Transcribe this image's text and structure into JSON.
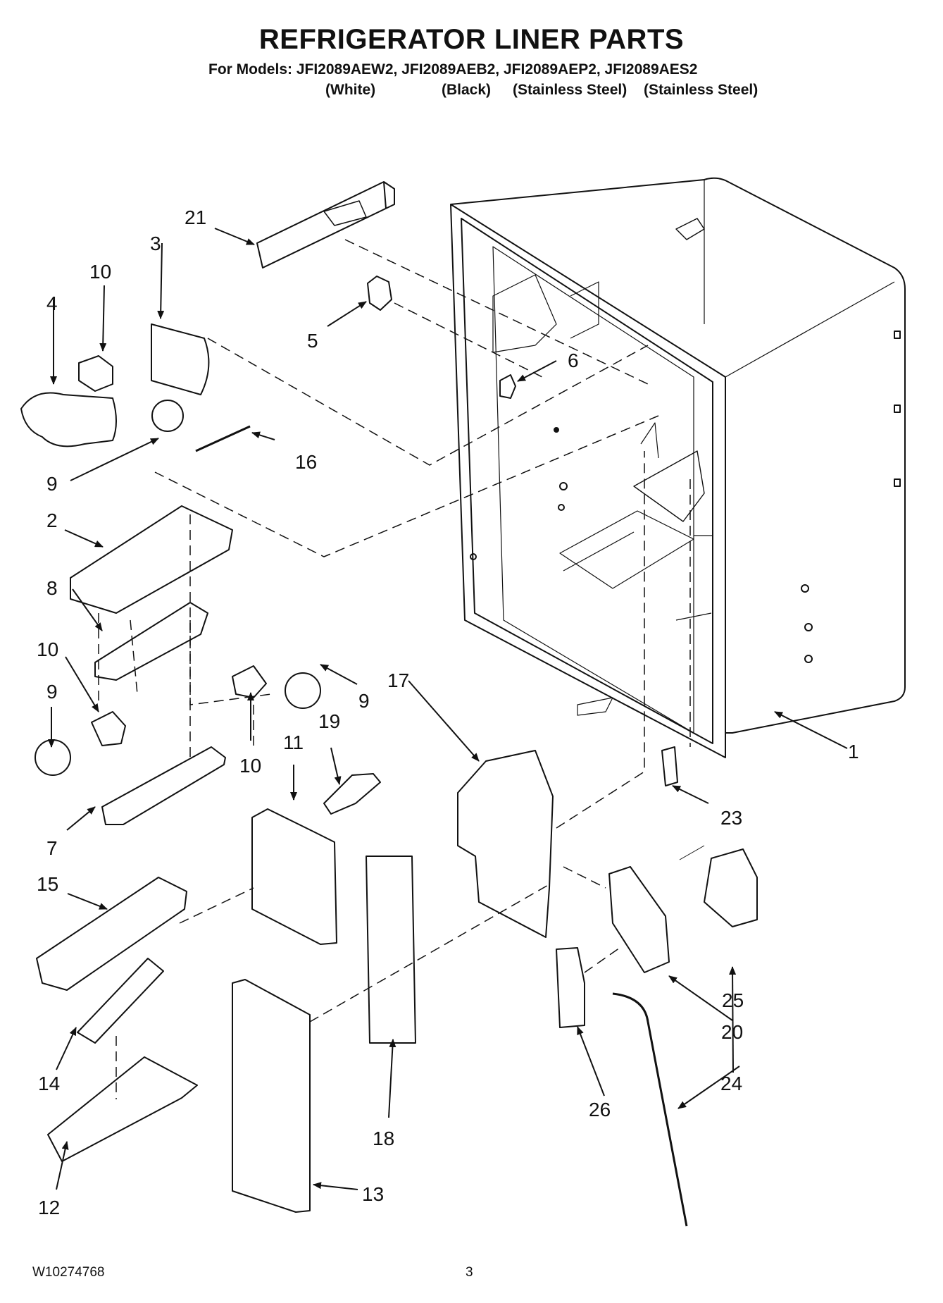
{
  "header": {
    "title": "REFRIGERATOR LINER PARTS",
    "models_line": "For Models: JFI2089AEW2, JFI2089AEB2, JFI2089AEP2, JFI2089AES2",
    "finishes": [
      "(White)",
      "(Black)",
      "(Stainless Steel)",
      "(Stainless Steel)"
    ]
  },
  "callouts": [
    "1",
    "2",
    "3",
    "4",
    "5",
    "6",
    "7",
    "8",
    "9",
    "10",
    "11",
    "12",
    "13",
    "14",
    "15",
    "16",
    "17",
    "18",
    "19",
    "20",
    "21",
    "23",
    "24",
    "25",
    "26"
  ],
  "callout_repeats": {
    "9": 3,
    "10": 3
  },
  "footer": {
    "doc_number": "W10274768",
    "page_number": "3"
  }
}
